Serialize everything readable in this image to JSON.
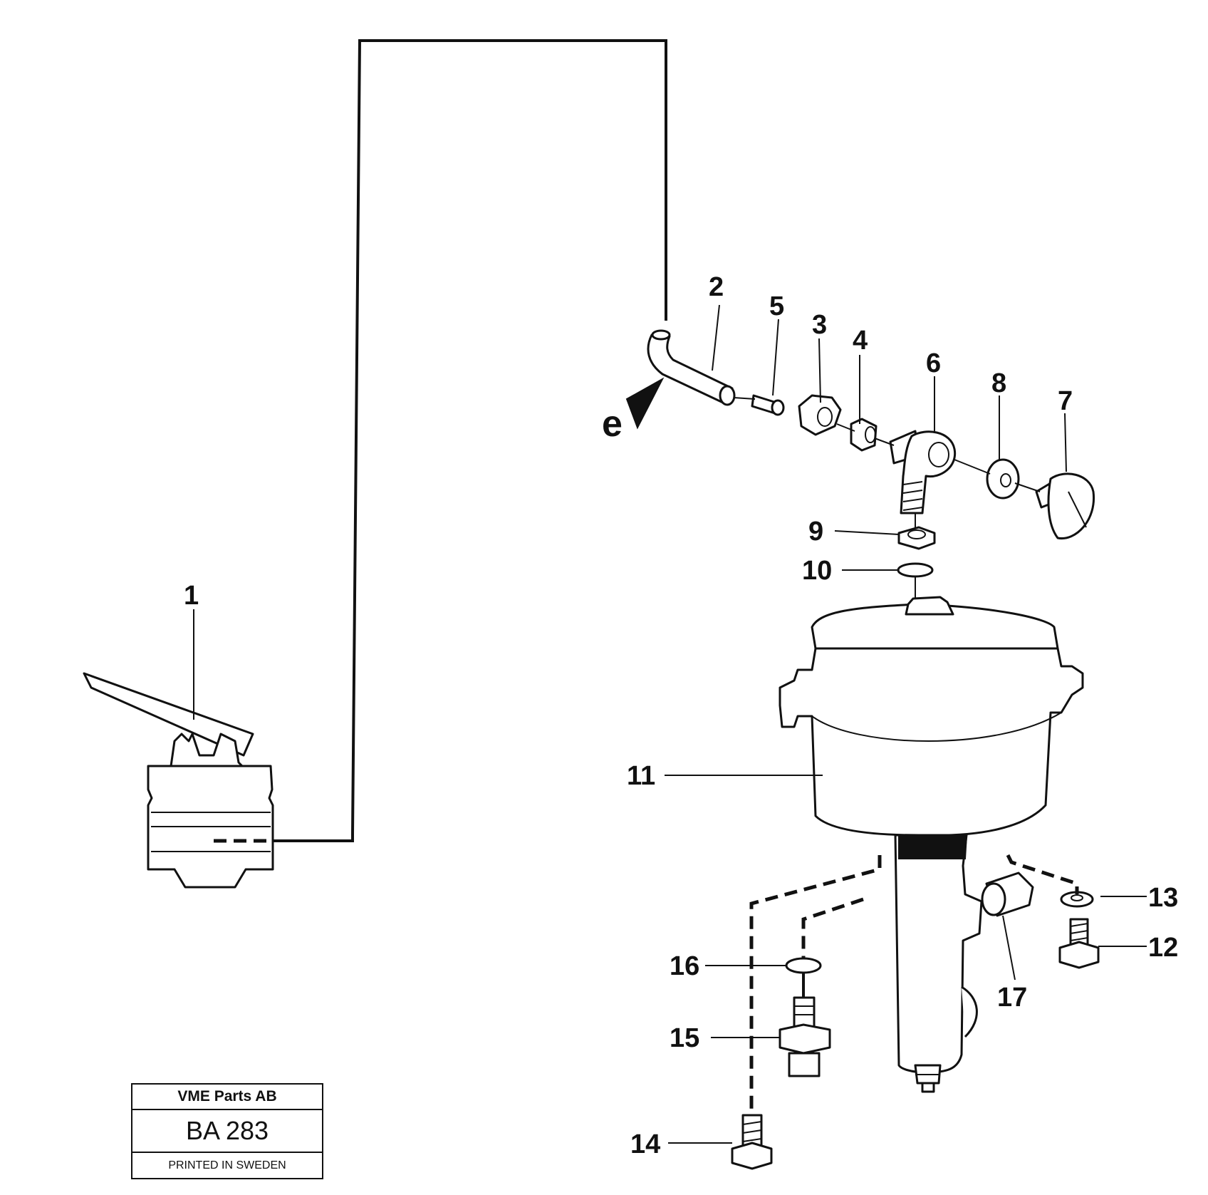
{
  "callouts": {
    "c1": "1",
    "c2": "2",
    "c3": "3",
    "c4": "4",
    "c5": "5",
    "c6": "6",
    "c7": "7",
    "c8": "8",
    "c9": "9",
    "c10": "10",
    "c11": "11",
    "c12": "12",
    "c13": "13",
    "c14": "14",
    "c15": "15",
    "c16": "16",
    "c17": "17"
  },
  "arrow_label": "e",
  "title_block": {
    "company": "VME Parts AB",
    "code": "BA 283",
    "printed": "PRINTED IN SWEDEN"
  },
  "colors": {
    "ink": "#111111",
    "paper": "#ffffff"
  }
}
